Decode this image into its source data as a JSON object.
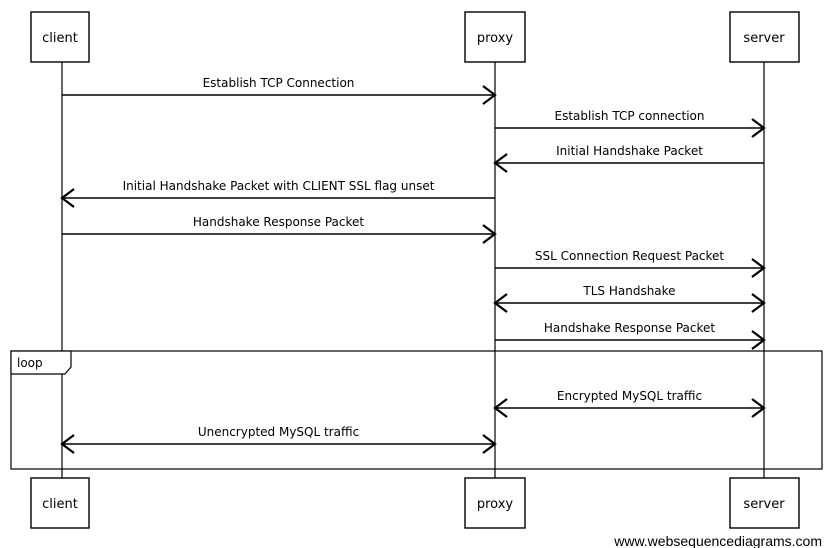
{
  "participants": [
    {
      "id": "client",
      "label": "client"
    },
    {
      "id": "proxy",
      "label": "proxy"
    },
    {
      "id": "server",
      "label": "server"
    }
  ],
  "messages": [
    {
      "from": "client",
      "to": "proxy",
      "label": "Establish TCP Connection",
      "bidirectional": false
    },
    {
      "from": "proxy",
      "to": "server",
      "label": "Establish TCP connection",
      "bidirectional": false
    },
    {
      "from": "server",
      "to": "proxy",
      "label": "Initial Handshake Packet",
      "bidirectional": false
    },
    {
      "from": "proxy",
      "to": "client",
      "label": "Initial Handshake Packet with CLIENT SSL flag unset",
      "bidirectional": false
    },
    {
      "from": "client",
      "to": "proxy",
      "label": "Handshake Response Packet",
      "bidirectional": false
    },
    {
      "from": "proxy",
      "to": "server",
      "label": "SSL Connection Request Packet",
      "bidirectional": false
    },
    {
      "from": "proxy",
      "to": "server",
      "label": "TLS Handshake",
      "bidirectional": true
    },
    {
      "from": "proxy",
      "to": "server",
      "label": "Handshake Response Packet",
      "bidirectional": false
    },
    {
      "from": "proxy",
      "to": "server",
      "label": "Encrypted MySQL traffic",
      "bidirectional": true
    },
    {
      "from": "client",
      "to": "proxy",
      "label": "Unencrypted MySQL traffic",
      "bidirectional": true
    }
  ],
  "loop": {
    "label": "loop"
  },
  "watermark": "www.websequencediagrams.com"
}
